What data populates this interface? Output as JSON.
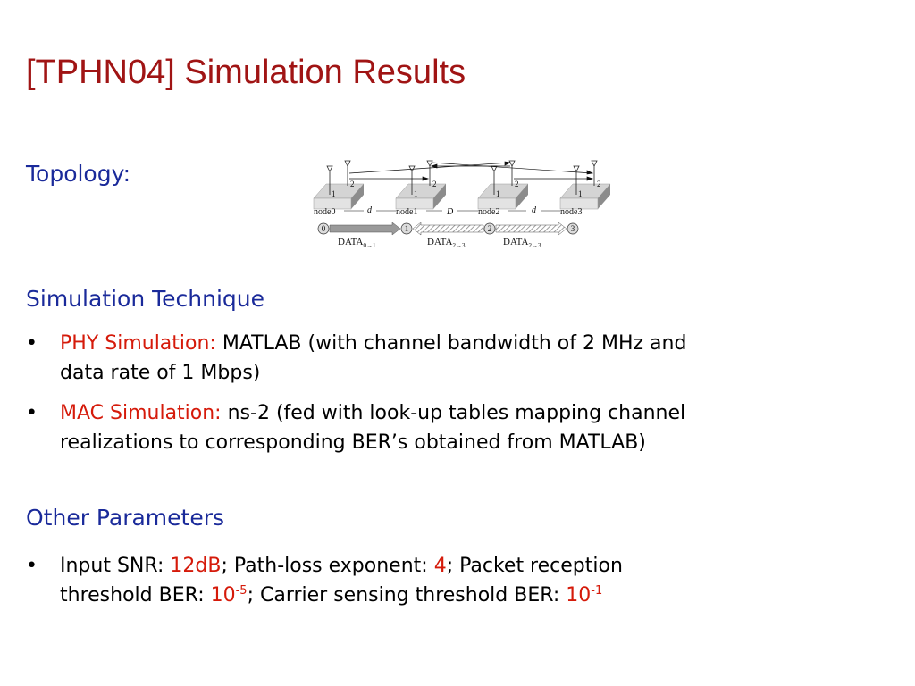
{
  "slide": {
    "title": "[TPHN04] Simulation Results",
    "topology_heading": "Topology:",
    "technique_heading": "Simulation Technique",
    "other_heading": "Other Parameters",
    "technique_items": [
      {
        "label": "PHY Simulation:",
        "text": "MATLAB (with channel bandwidth of 2 MHz and",
        "text2": "data rate of 1 Mbps)"
      },
      {
        "label": "MAC Simulation:",
        "text": "ns-2 (fed with look-up tables mapping channel",
        "text2": "realizations to corresponding BER’s obtained from MATLAB)"
      }
    ],
    "params": {
      "snr_label": "Input SNR: ",
      "snr_value": "12dB",
      "pathloss_label": "; Path-loss exponent: ",
      "pathloss_value": "4",
      "reception_label": "; Packet reception",
      "threshold_label": "threshold BER: ",
      "threshold_base": "10",
      "threshold_exp": "-5",
      "cs_label": "; Carrier sensing threshold BER: ",
      "cs_base": "10",
      "cs_exp": "-1"
    }
  },
  "diagram": {
    "nodes": [
      "node0",
      "node1",
      "node2",
      "node3"
    ],
    "node_numbers": [
      "0",
      "1",
      "2",
      "3"
    ],
    "antenna_labels": [
      "1",
      "2"
    ],
    "distance_labels": [
      "d",
      "D",
      "d"
    ],
    "data_labels": [
      {
        "base": "DATA",
        "sub": "0→1"
      },
      {
        "base": "DATA",
        "sub": "2→3"
      },
      {
        "base": "DATA",
        "sub": "2→3"
      }
    ],
    "colors": {
      "box_top": "#c9c9c9",
      "box_side": "#8c8c8c",
      "arrow": "#9a9a9a",
      "title": "#a01414",
      "heading": "#1a2a9a",
      "highlight": "#d51a0a"
    }
  }
}
